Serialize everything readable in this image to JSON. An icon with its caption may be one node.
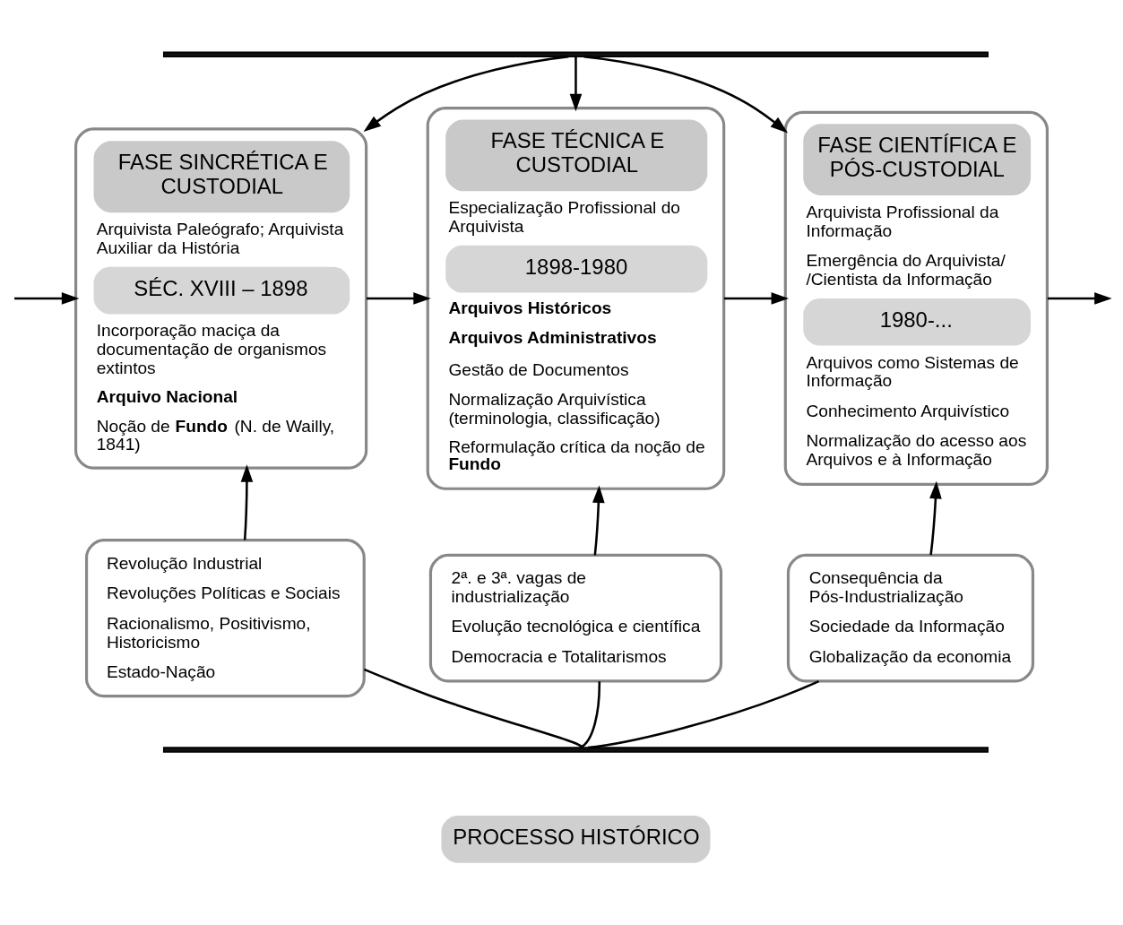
{
  "diagram": {
    "nodes": [
      {
        "text": [],
        "shape": "bar"
      },
      {
        "text": [
          "FASE SINCRÉTICA E CUSTODIAL",
          "Arquivista Paleógrafo; Arquivista Auxiliar da História",
          "SÉC. XVIII – 1898",
          "Incorporação maciça da documentação de organismos extintos",
          "Arquivo Nacional",
          "Noção de **Fundo** (N. de Wailly, 1841)"
        ]
      },
      {
        "text": [
          "FASE TÉCNICA E CUSTODIAL",
          "Especialização Profissional do Arquivista",
          "1898-1980",
          "Arquivos Históricos",
          "Arquivos Administrativos",
          "Gestão de Documentos",
          "Normalização Arquivística (terminologia, classificação)",
          "Reformulação crítica da noção de **Fundo**"
        ]
      },
      {
        "text": [
          "FASE CIENTÍFICA E PÓS-CUSTODIAL",
          "Arquivista Profissional da Informação",
          "Emergência do Arquivista/ /Cientista da Informação",
          "1980-...",
          "Arquivos como Sistemas de Informação",
          "Conhecimento Arquivístico",
          "Normalização do acesso aos Arquivos e à Informação"
        ]
      },
      {
        "text": [
          "Revolução Industrial",
          "Revoluções Políticas e Sociais",
          "Racionalismo, Positivismo, Historicismo",
          "Estado-Nação"
        ]
      },
      {
        "text": [
          "2ª. e 3ª. vagas de industrialização",
          "Evolução tecnológica e científica",
          "Democracia e Totalitarismos"
        ]
      },
      {
        "text": [
          "Consequência da Pós-Industrialização",
          "Sociedade da Informação",
          "Globalização da economia"
        ]
      },
      {
        "text": [],
        "shape": "bar"
      },
      {
        "text": [
          "PROCESSO HISTÓRICO"
        ]
      }
    ],
    "edges": [
      {
        "from": 0,
        "to": 1,
        "arrow": "to"
      },
      {
        "from": 0,
        "to": 2,
        "arrow": "to"
      },
      {
        "from": 0,
        "to": 3,
        "arrow": "to"
      },
      {
        "from": null,
        "to": 1,
        "arrow": "to"
      },
      {
        "from": 1,
        "to": 2,
        "arrow": "to"
      },
      {
        "from": 2,
        "to": 3,
        "arrow": "to"
      },
      {
        "from": 3,
        "to": null,
        "arrow": "to"
      },
      {
        "from": 4,
        "to": 1,
        "arrow": "to"
      },
      {
        "from": 5,
        "to": 2,
        "arrow": "to"
      },
      {
        "from": 6,
        "to": 3,
        "arrow": "to"
      },
      {
        "from": 7,
        "to": 4,
        "arrow": "none"
      },
      {
        "from": 7,
        "to": 5,
        "arrow": "none"
      },
      {
        "from": 7,
        "to": 6,
        "arrow": "none"
      }
    ]
  }
}
